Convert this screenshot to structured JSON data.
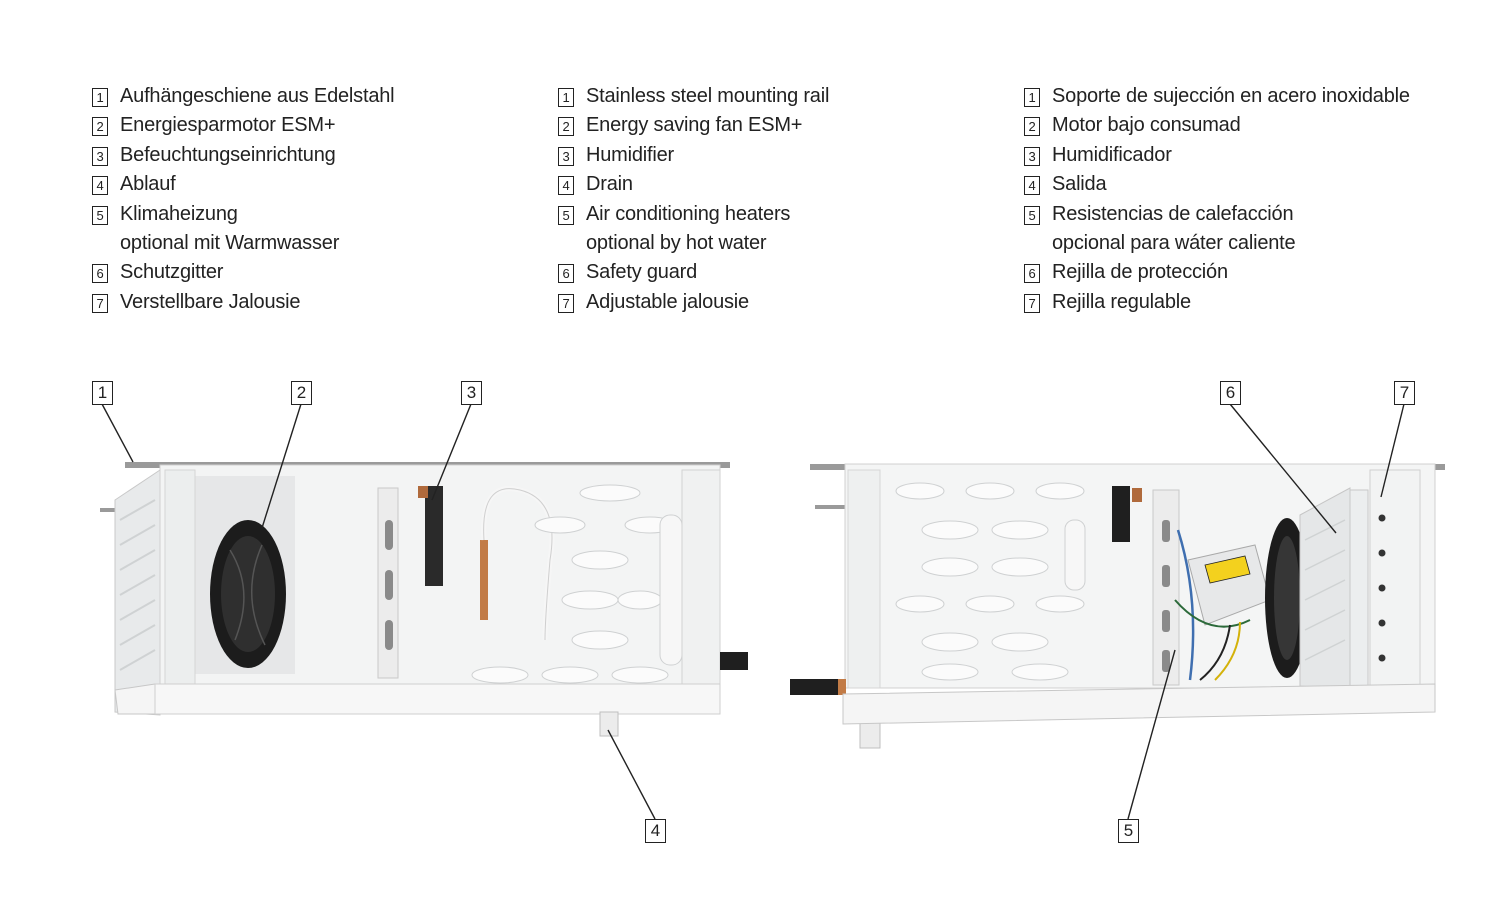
{
  "legends": {
    "de": [
      {
        "n": "1",
        "lines": [
          "Aufhängeschiene aus Edelstahl"
        ]
      },
      {
        "n": "2",
        "lines": [
          "Energiesparmotor ESM+"
        ]
      },
      {
        "n": "3",
        "lines": [
          "Befeuchtungseinrichtung"
        ]
      },
      {
        "n": "4",
        "lines": [
          "Ablauf"
        ]
      },
      {
        "n": "5",
        "lines": [
          "Klimaheizung",
          "optional mit Warmwasser"
        ]
      },
      {
        "n": "6",
        "lines": [
          "Schutzgitter"
        ]
      },
      {
        "n": "7",
        "lines": [
          "Verstellbare Jalousie"
        ]
      }
    ],
    "en": [
      {
        "n": "1",
        "lines": [
          "Stainless steel mounting rail"
        ]
      },
      {
        "n": "2",
        "lines": [
          "Energy saving fan ESM+"
        ]
      },
      {
        "n": "3",
        "lines": [
          "Humidifier"
        ]
      },
      {
        "n": "4",
        "lines": [
          "Drain"
        ]
      },
      {
        "n": "5",
        "lines": [
          "Air conditioning heaters",
          "optional by hot water"
        ]
      },
      {
        "n": "6",
        "lines": [
          "Safety guard"
        ]
      },
      {
        "n": "7",
        "lines": [
          "Adjustable jalousie"
        ]
      }
    ],
    "es": [
      {
        "n": "1",
        "lines": [
          "Soporte de sujección en acero inoxidable"
        ]
      },
      {
        "n": "2",
        "lines": [
          "Motor bajo consumad"
        ]
      },
      {
        "n": "3",
        "lines": [
          "Humidificador"
        ]
      },
      {
        "n": "4",
        "lines": [
          "Salida"
        ]
      },
      {
        "n": "5",
        "lines": [
          "Resistencias de calefacción",
          "opcional para wáter caliente"
        ]
      },
      {
        "n": "6",
        "lines": [
          "Rejilla de protección"
        ]
      },
      {
        "n": "7",
        "lines": [
          "Rejilla regulable"
        ]
      }
    ]
  },
  "callouts": [
    "1",
    "2",
    "3",
    "4",
    "5",
    "6",
    "7"
  ]
}
